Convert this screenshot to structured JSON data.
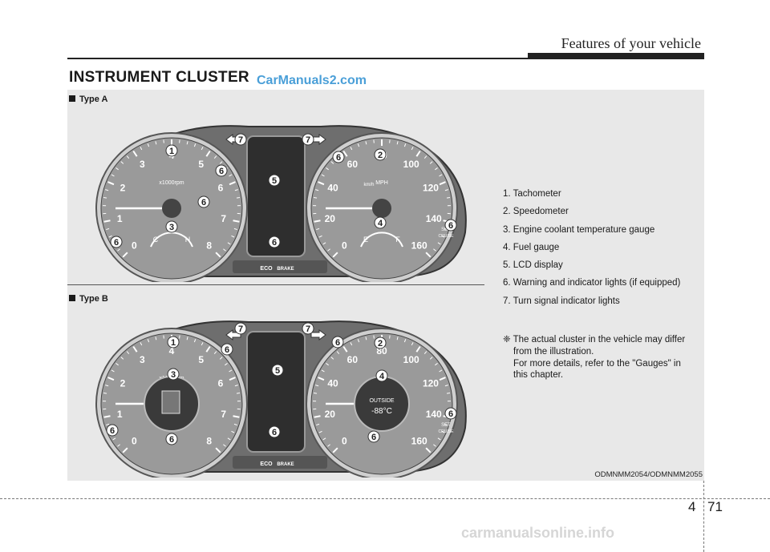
{
  "header": {
    "title": "Features of your vehicle"
  },
  "section": {
    "title": "INSTRUMENT CLUSTER"
  },
  "watermark": "CarManuals2.com",
  "type_a": {
    "label": "Type A"
  },
  "type_b": {
    "label": "Type B"
  },
  "gauge_text": {
    "rpm": "x1000rpm",
    "mph": "MPH",
    "kmh": "km/h",
    "cold": "C",
    "hot": "H",
    "empty": "E",
    "full": "F",
    "eco": "ECO",
    "brake": "BRAKE",
    "set": "SET",
    "cruise": "CRUISE",
    "outside": "OUTSIDE",
    "temp": "-88°C"
  },
  "tach_numbers": [
    "0",
    "1",
    "2",
    "3",
    "4",
    "5",
    "6",
    "7",
    "8"
  ],
  "speedo_numbers": [
    "0",
    "20",
    "40",
    "60",
    "80",
    "100",
    "120",
    "140",
    "160"
  ],
  "callout_numbers": [
    "1",
    "2",
    "3",
    "4",
    "5",
    "6",
    "7"
  ],
  "legend": [
    "1. Tachometer",
    "2. Speedometer",
    "3. Engine coolant temperature gauge",
    "4. Fuel gauge",
    "5. LCD display",
    "6. Warning and indicator lights (if equipped)",
    "7. Turn signal indicator lights"
  ],
  "note": {
    "symbol": "❈",
    "line1": "The actual cluster in the vehicle may differ",
    "line2": "from the illustration.",
    "line3": "For more details, refer to the \"Gauges\" in",
    "line4": "this chapter."
  },
  "image_code": "ODMNMM2054/ODMNMM2055",
  "footer": {
    "chapter": "4",
    "page": "71"
  },
  "site_watermark": "carmanualsonline.info"
}
